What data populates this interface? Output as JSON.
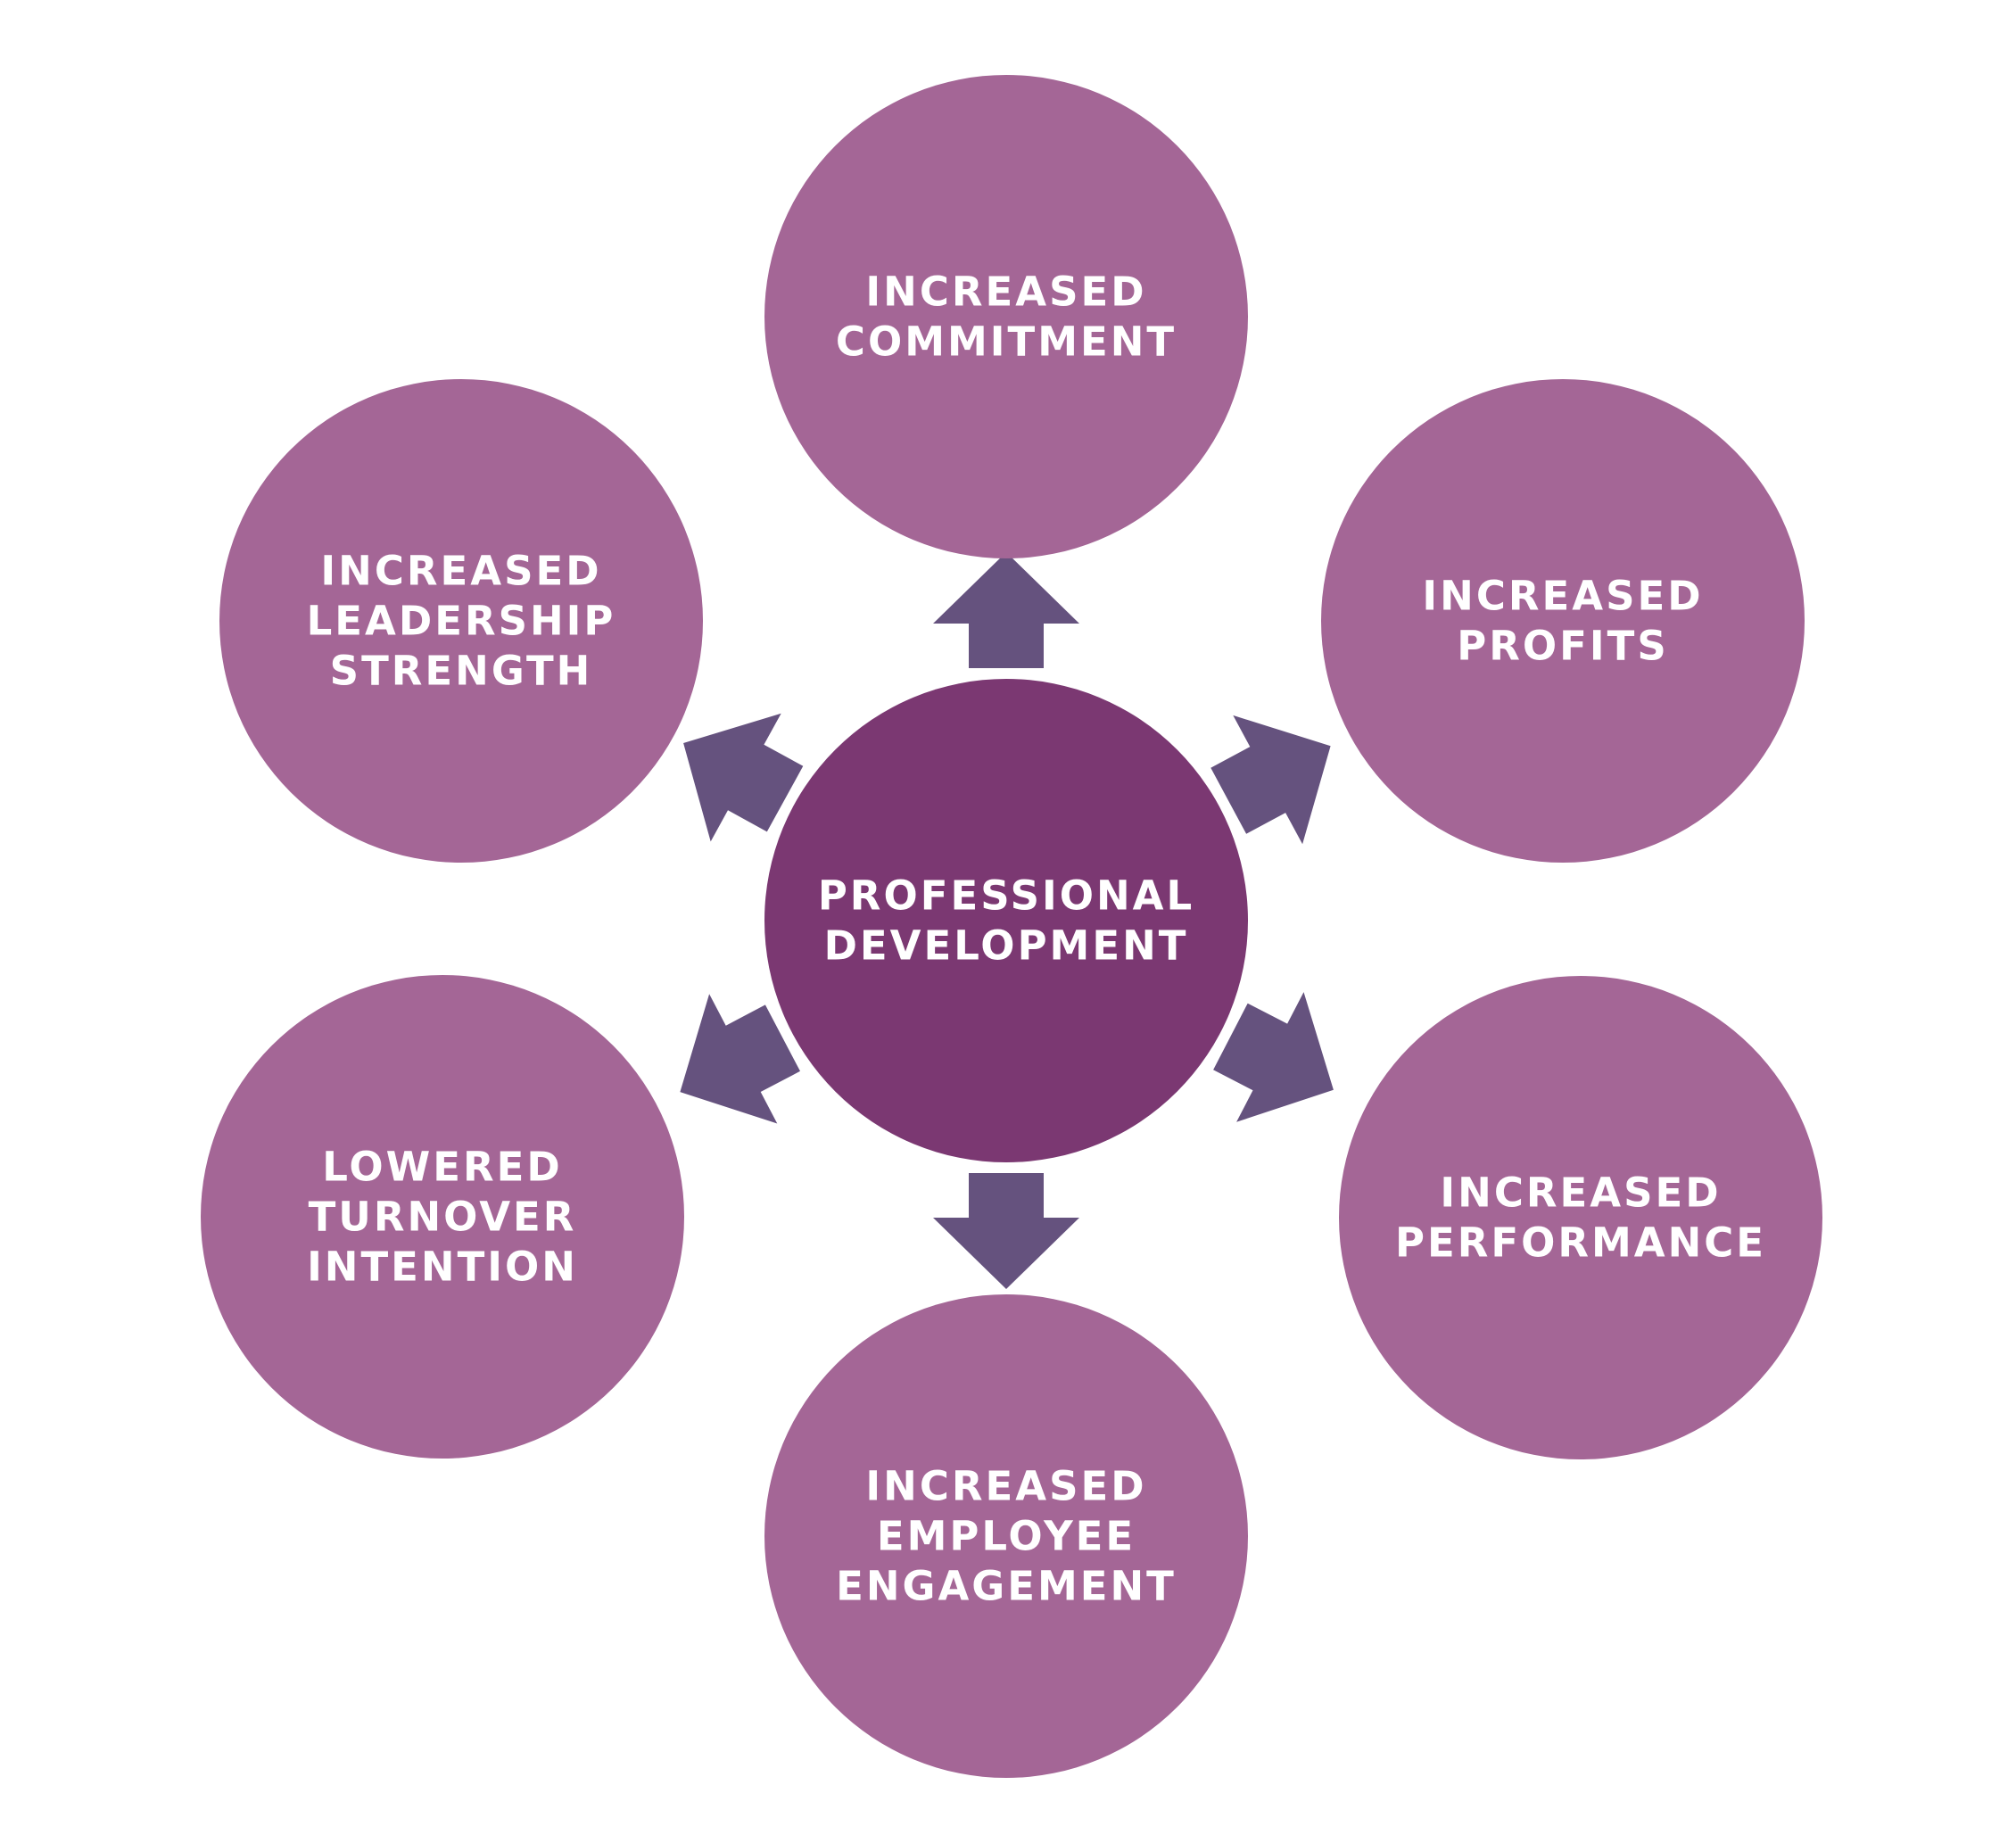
{
  "colors": {
    "background": "#ffffff",
    "center_fill": "#7b3872",
    "outer_fill": "#a46696",
    "arrow_fill": "#65527e",
    "label_text": "#ffffff"
  },
  "center": {
    "label_lines": [
      "PROFESSIONAL",
      "DEVELOPMENT"
    ]
  },
  "nodes": [
    {
      "id": "commitment",
      "label_lines": [
        "INCREASED",
        "COMMITMENT"
      ]
    },
    {
      "id": "profits",
      "label_lines": [
        "INCREASED",
        "PROFITS"
      ]
    },
    {
      "id": "performance",
      "label_lines": [
        "INCREASED",
        "PERFORMANCE"
      ]
    },
    {
      "id": "employee-engagement",
      "label_lines": [
        "INCREASED",
        "EMPLOYEE",
        "ENGAGEMENT"
      ]
    },
    {
      "id": "turnover-intention",
      "label_lines": [
        "LOWERED",
        "TURNOVER",
        "INTENTION"
      ]
    },
    {
      "id": "leadership-strength",
      "label_lines": [
        "INCREASED",
        "LEADERSHIP",
        "STRENGTH"
      ]
    }
  ],
  "arrows": [
    {
      "from": "center",
      "to": "commitment"
    },
    {
      "from": "center",
      "to": "profits"
    },
    {
      "from": "center",
      "to": "performance"
    },
    {
      "from": "center",
      "to": "employee-engagement"
    },
    {
      "from": "center",
      "to": "turnover-intention"
    },
    {
      "from": "center",
      "to": "leadership-strength"
    }
  ]
}
